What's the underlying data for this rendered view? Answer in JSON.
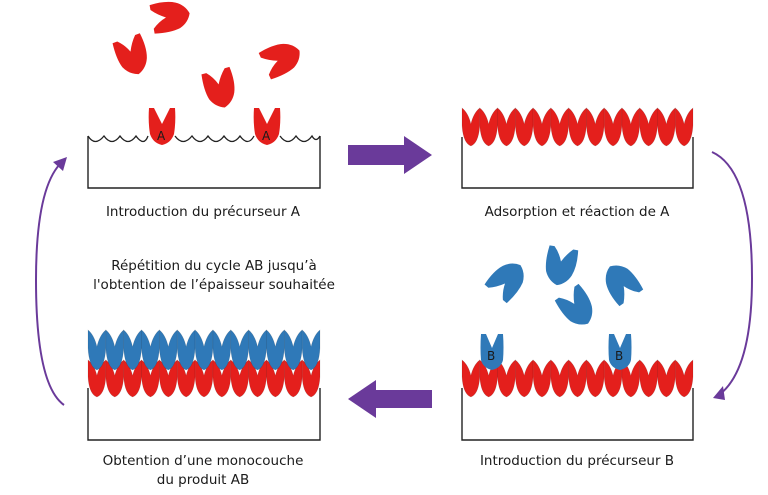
{
  "colors": {
    "precursor_a": "#e41f1c",
    "precursor_b": "#2f79b8",
    "arrow": "#6a3a9a",
    "outline": "#222222",
    "background": "#ffffff"
  },
  "steps": {
    "step1": {
      "caption": "Introduction du précurseur A",
      "site_label_a": "A"
    },
    "step2": {
      "caption": "Adsorption et réaction de A"
    },
    "step3": {
      "caption": "Introduction du précurseur B",
      "site_label_b": "B"
    },
    "step4": {
      "caption_line1": "Obtention d’une monocouche",
      "caption_line2": "du produit AB"
    }
  },
  "cycle_note": {
    "line1": "Répétition du cycle AB jusqu’à",
    "line2": "l'obtention de l’épaisseur souhaitée"
  }
}
